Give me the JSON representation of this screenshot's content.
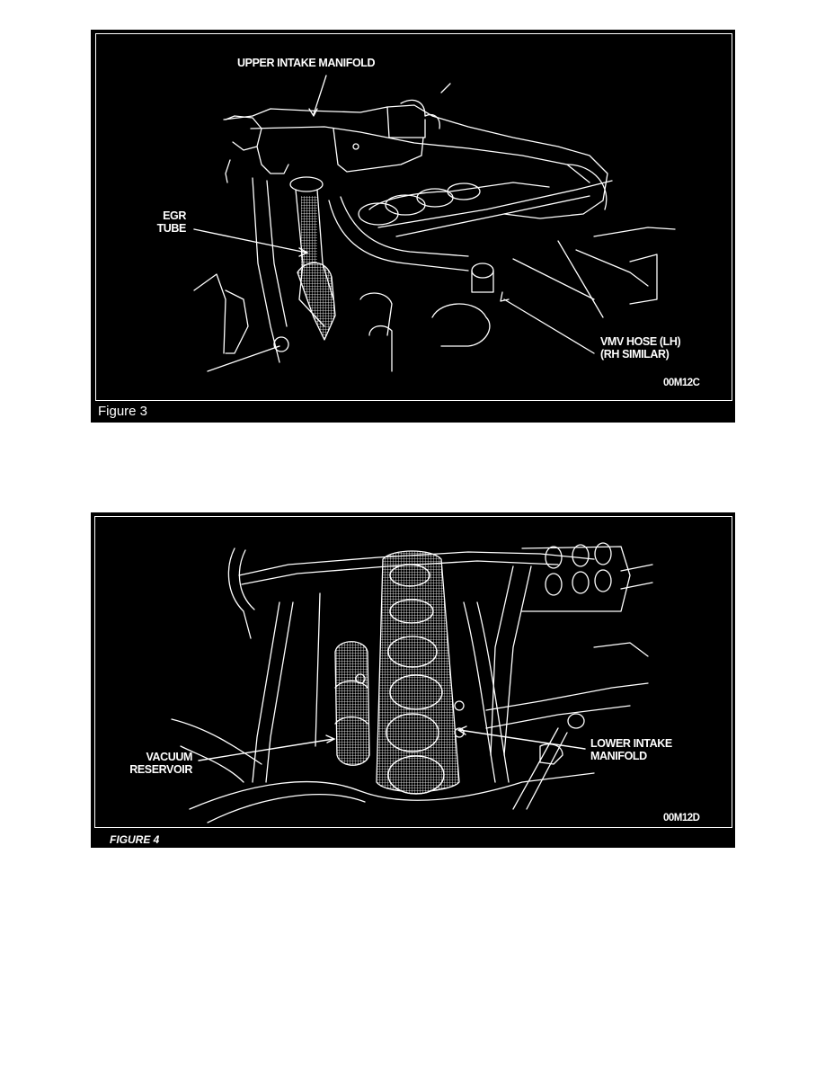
{
  "figures": [
    {
      "id": "fig3",
      "caption": "Figure 3",
      "code": "00M12C",
      "callouts": {
        "upper_intake_manifold": "UPPER INTAKE MANIFOLD",
        "egr_tube_line1": "EGR",
        "egr_tube_line2": "TUBE",
        "vmv_hose_line1": "VMV HOSE (LH)",
        "vmv_hose_line2": "(RH SIMILAR)"
      }
    },
    {
      "id": "fig4",
      "caption": "FIGURE 4",
      "code": "00M12D",
      "callouts": {
        "vacuum_reservoir_line1": "VACUUM",
        "vacuum_reservoir_line2": "RESERVOIR",
        "lower_intake_manifold_line1": "LOWER INTAKE",
        "lower_intake_manifold_line2": "MANIFOLD"
      }
    }
  ],
  "colors": {
    "figure_background": "#000000",
    "line_art": "#ffffff",
    "page_background": "#ffffff"
  }
}
